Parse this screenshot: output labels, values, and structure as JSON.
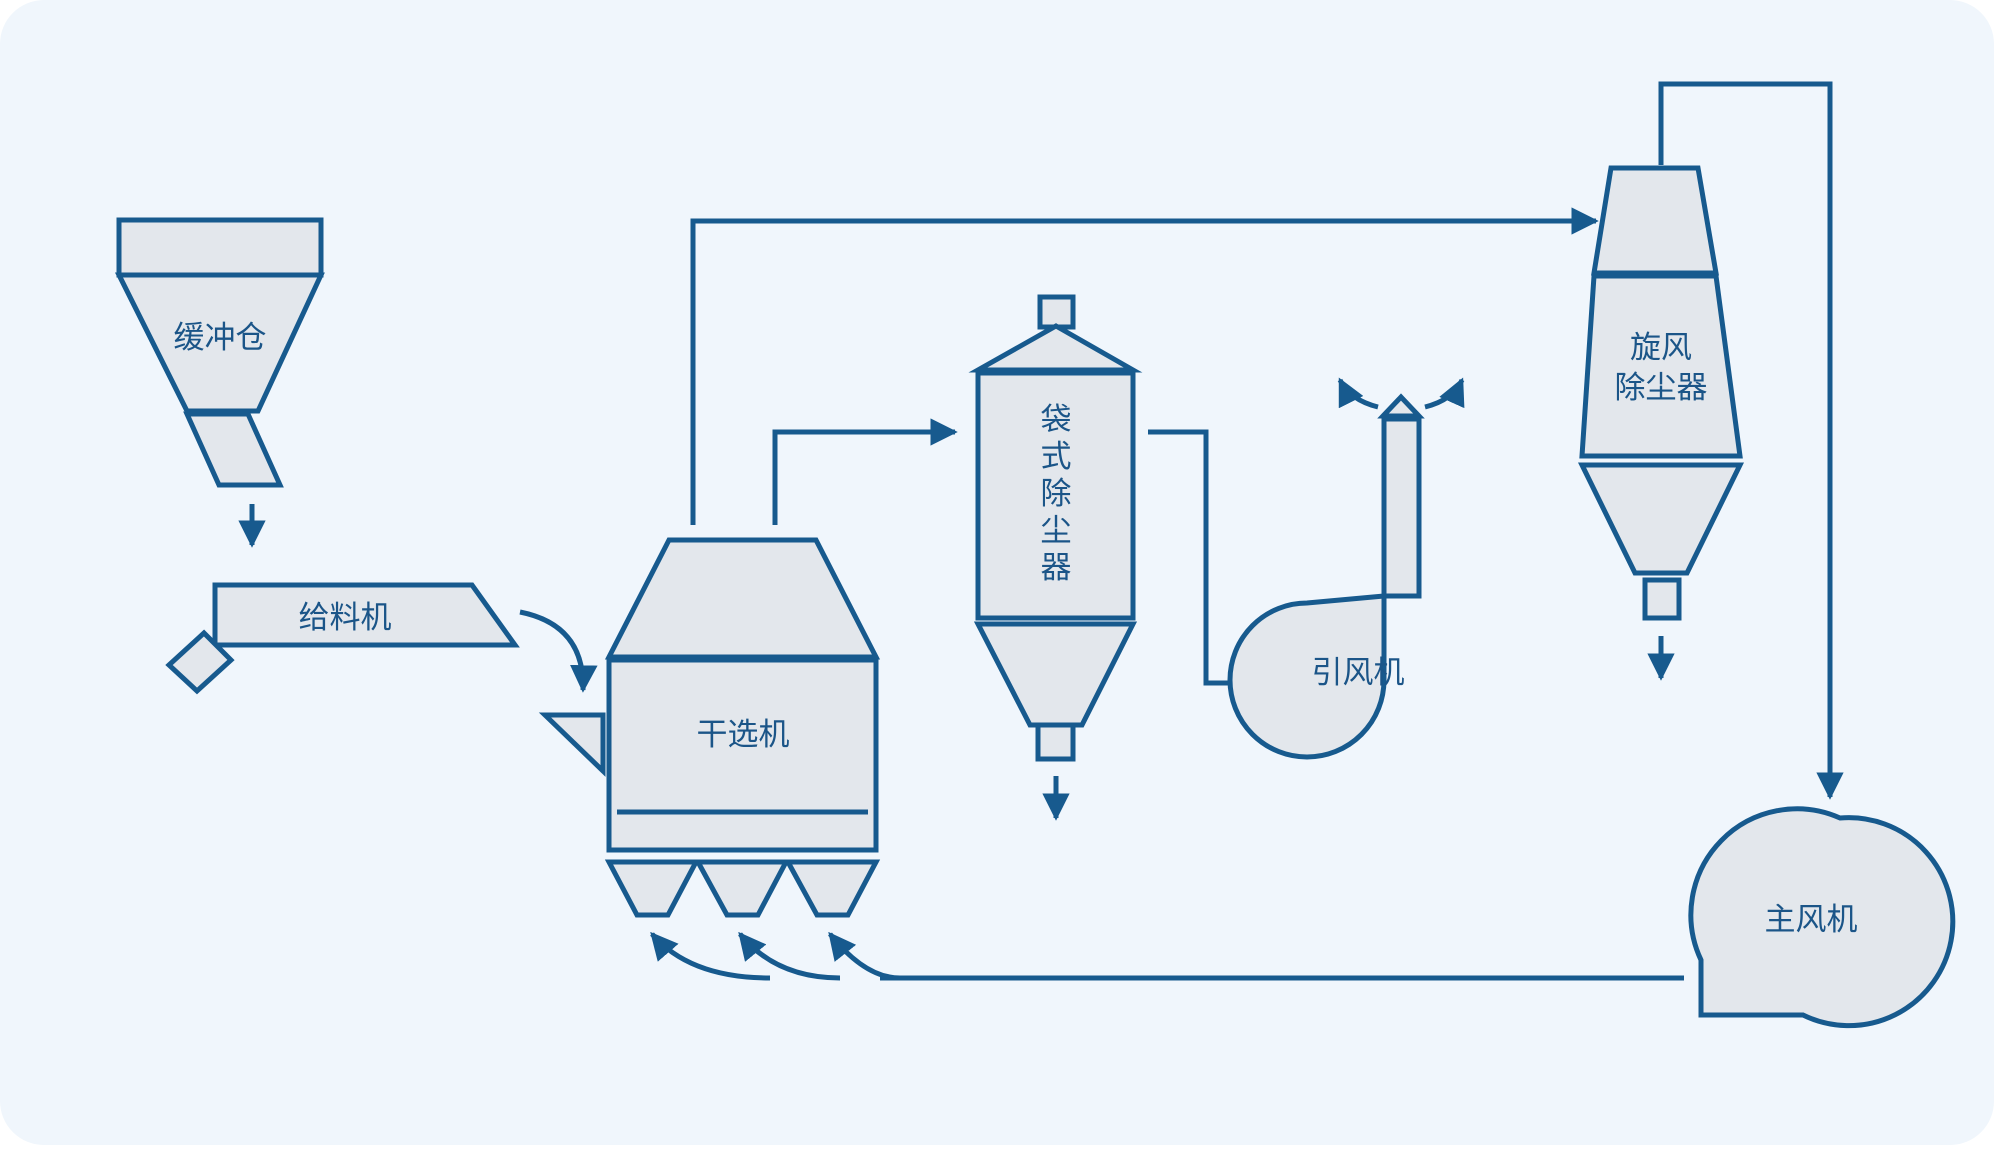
{
  "labels": {
    "buffer_bin": "缓冲仓",
    "feeder": "给料机",
    "dry_separator": "干选机",
    "bag_filter": [
      "袋",
      "式",
      "除",
      "尘",
      "器"
    ],
    "induced_fan": "引风机",
    "cyclone": [
      "旋风",
      "除尘器"
    ],
    "main_fan": "主风机"
  },
  "colors": {
    "stroke": "#175a8e",
    "fill": "#e3e7ec",
    "background": "#f0f6fc",
    "text": "#1b5588"
  }
}
